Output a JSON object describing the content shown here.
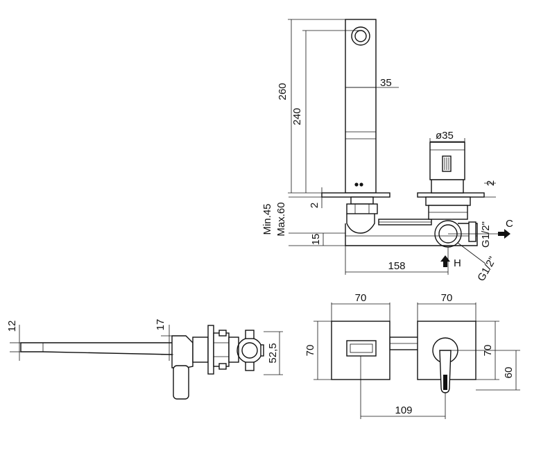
{
  "dimensions": {
    "top_view": {
      "spout_height_total": "260",
      "spout_height": "240",
      "spout_width": "35",
      "handle_diameter": "ø35",
      "plate_thickness_left": "2",
      "plate_thickness_right": "2",
      "wall_depth_min": "Min.45",
      "wall_depth_max": "Max.60",
      "pipe_offset": "15",
      "body_length": "158",
      "cold_connection": "G1/2\"",
      "hot_connection": "G1/2\"",
      "cold_label": "C",
      "hot_label": "H"
    },
    "side_view": {
      "spout_thickness": "12",
      "plate_offset": "17",
      "body_depth": "52,5"
    },
    "front_view": {
      "plate_width_left": "70",
      "plate_width_right": "70",
      "plate_height_left": "70",
      "plate_height_right": "70",
      "handle_axis_height": "60",
      "center_distance": "109"
    }
  }
}
